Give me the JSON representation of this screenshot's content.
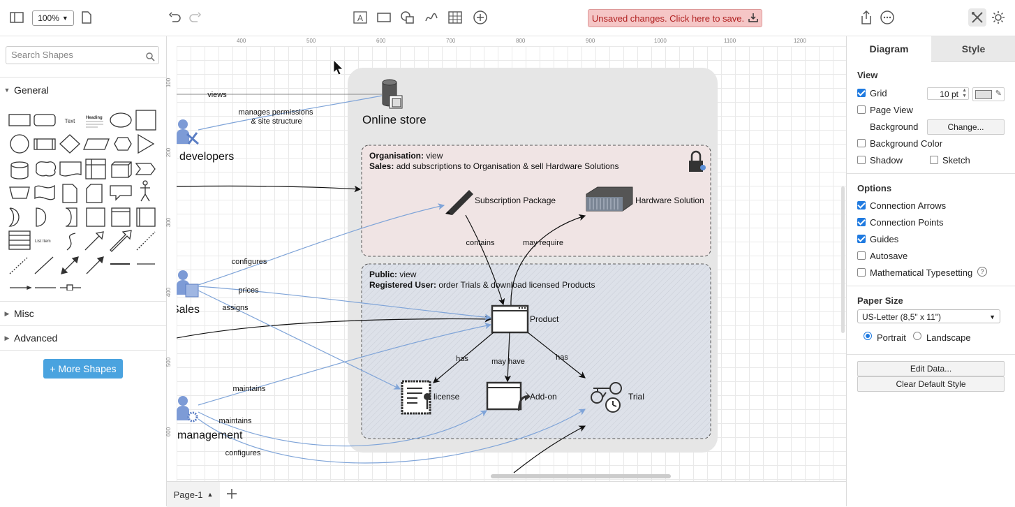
{
  "toolbar": {
    "zoom": "100%",
    "unsaved": "Unsaved changes. Click here to save."
  },
  "sidebar": {
    "search_placeholder": "Search Shapes",
    "general": "General",
    "misc": "Misc",
    "advanced": "Advanced",
    "more_shapes": "+ More Shapes",
    "shape_text": "Text",
    "shape_heading": "Heading",
    "shape_list_item": "List Item"
  },
  "ruler": {
    "top": [
      "400",
      "500",
      "600",
      "700",
      "800",
      "900",
      "1000",
      "1100",
      "1200"
    ],
    "left": [
      "100",
      "200",
      "300",
      "400",
      "500",
      "600"
    ]
  },
  "diagram": {
    "container_title": "Online store",
    "org_line1_bold": "Organisation:",
    "org_line1": " view",
    "org_line2_bold": "Sales:",
    "org_line2": " add subscriptions to Organisation & sell Hardware Solutions",
    "pub_line1_bold": "Public:",
    "pub_line1": " view",
    "pub_line2_bold": "Registered User:",
    "pub_line2": " order Trials & download licensed Products",
    "subscription": "Subscription Package",
    "hardware": "Hardware Solution",
    "product": "Product",
    "license": "license",
    "addon": "Add-on",
    "trial": "Trial",
    "developers": "developers",
    "sales": "Sales",
    "management": "management",
    "edge_views": "views",
    "edge_manages_1": "manages permissions",
    "edge_manages_2": "& site structure",
    "edge_configures": "configures",
    "edge_prices": "prices",
    "edge_assigns": "assigns",
    "edge_maintains1": "maintains",
    "edge_maintains2": "maintains",
    "edge_configures2": "configures",
    "edge_contains": "contains",
    "edge_may_require": "may require",
    "edge_has1": "has",
    "edge_may_have": "may have",
    "edge_has2": "has"
  },
  "pagebar": {
    "page": "Page-1"
  },
  "panel": {
    "tab_diagram": "Diagram",
    "tab_style": "Style",
    "view_head": "View",
    "grid": "Grid",
    "grid_size": "10 pt",
    "page_view": "Page View",
    "background": "Background",
    "change": "Change...",
    "background_color": "Background Color",
    "shadow": "Shadow",
    "sketch": "Sketch",
    "options_head": "Options",
    "connection_arrows": "Connection Arrows",
    "connection_points": "Connection Points",
    "guides": "Guides",
    "autosave": "Autosave",
    "math": "Mathematical Typesetting",
    "paper_head": "Paper Size",
    "paper_value": "US-Letter (8,5\" x 11\")",
    "portrait": "Portrait",
    "landscape": "Landscape",
    "edit_data": "Edit Data...",
    "clear_style": "Clear Default Style"
  }
}
